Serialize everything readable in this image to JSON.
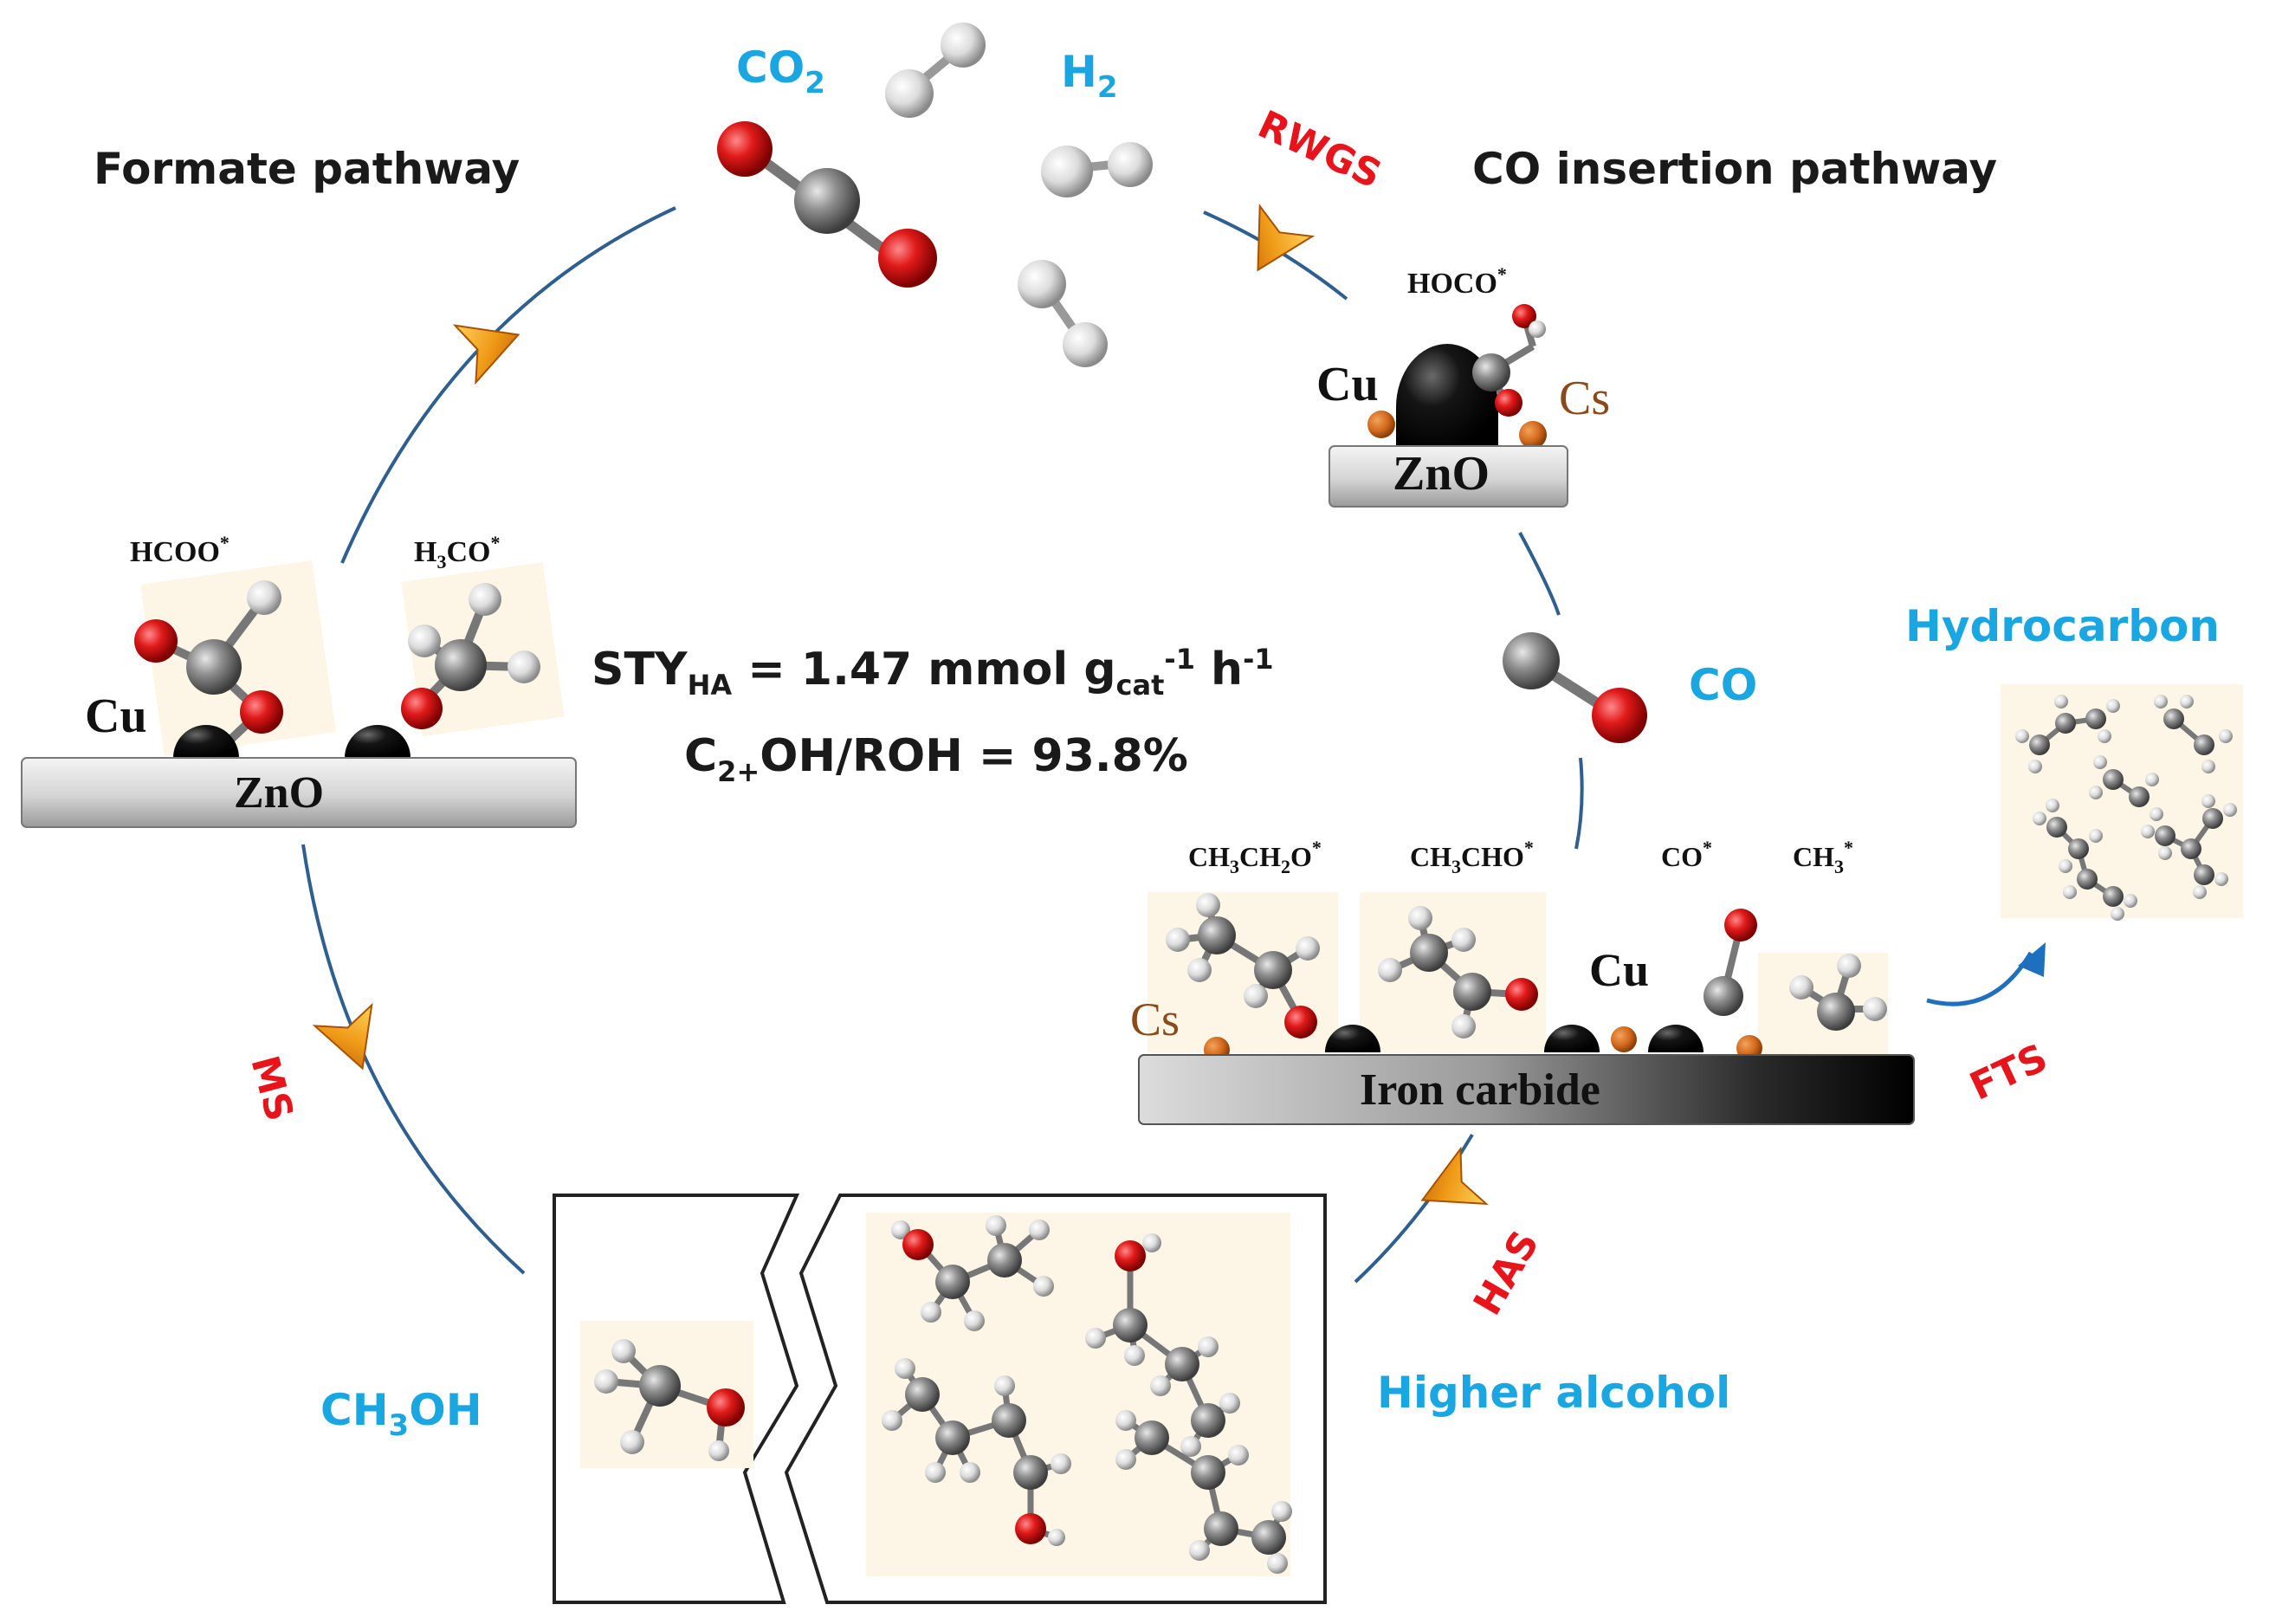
{
  "header": {
    "formate_pathway": "Formate pathway",
    "co_insertion_pathway": "CO insertion pathway"
  },
  "reactants": {
    "co2": "CO",
    "co2_sub": "2",
    "h2": "H",
    "h2_sub": "2"
  },
  "steps": {
    "rwgs": "RWGS",
    "ms": "MS",
    "has": "HAS",
    "fts": "FTS"
  },
  "formate_catalyst": {
    "hcoo": "HCOO",
    "h3co_h": "H",
    "h3co_sub": "3",
    "h3co_co": "CO",
    "ads_mark": "*",
    "metal": "Cu",
    "support": "ZnO"
  },
  "co_catalyst": {
    "hoco": "HOCO",
    "ads_mark": "*",
    "metal": "Cu",
    "promoter": "Cs",
    "support": "ZnO"
  },
  "intermediate": {
    "co": "CO"
  },
  "iron_carbide": {
    "ethoxy": "CH",
    "ethoxy_sub1": "3",
    "ethoxy_mid": "CH",
    "ethoxy_sub2": "2",
    "ethoxy_end": "O",
    "acetaldehyde": "CH",
    "acetaldehyde_sub": "3",
    "acetaldehyde_end": "CHO",
    "co_ads": "CO",
    "ch3": "CH",
    "ch3_sub": "3",
    "ads_mark": "*",
    "metal": "Cu",
    "promoter": "Cs",
    "support": "Iron carbide"
  },
  "metrics": {
    "sty_prefix": "STY",
    "sty_sub": "HA",
    "sty_value": " = 1.47 mmol g",
    "sty_unit_sub": "cat",
    "sty_sup1": "-1",
    "sty_h": " h",
    "sty_sup2": "-1",
    "sel_c": "C",
    "sel_sub": "2+",
    "sel_rest": "OH/ROH = 93.8%"
  },
  "products": {
    "methanol_pre": "CH",
    "methanol_sub": "3",
    "methanol_post": "OH",
    "higher_alcohol": "Higher alcohol",
    "hydrocarbon": "Hydrocarbon"
  },
  "colors": {
    "label_blue": "#1aa6e0",
    "label_red": "#e8141c",
    "cycle_line": "#2f5f8f",
    "oxygen": "#d8141a",
    "carbon": "#8c8c8c",
    "hydrogen": "#e6e6e6",
    "cu_atom": "#151515",
    "cs_atom": "#d2691e",
    "arrow_orange": "#f0a020"
  }
}
